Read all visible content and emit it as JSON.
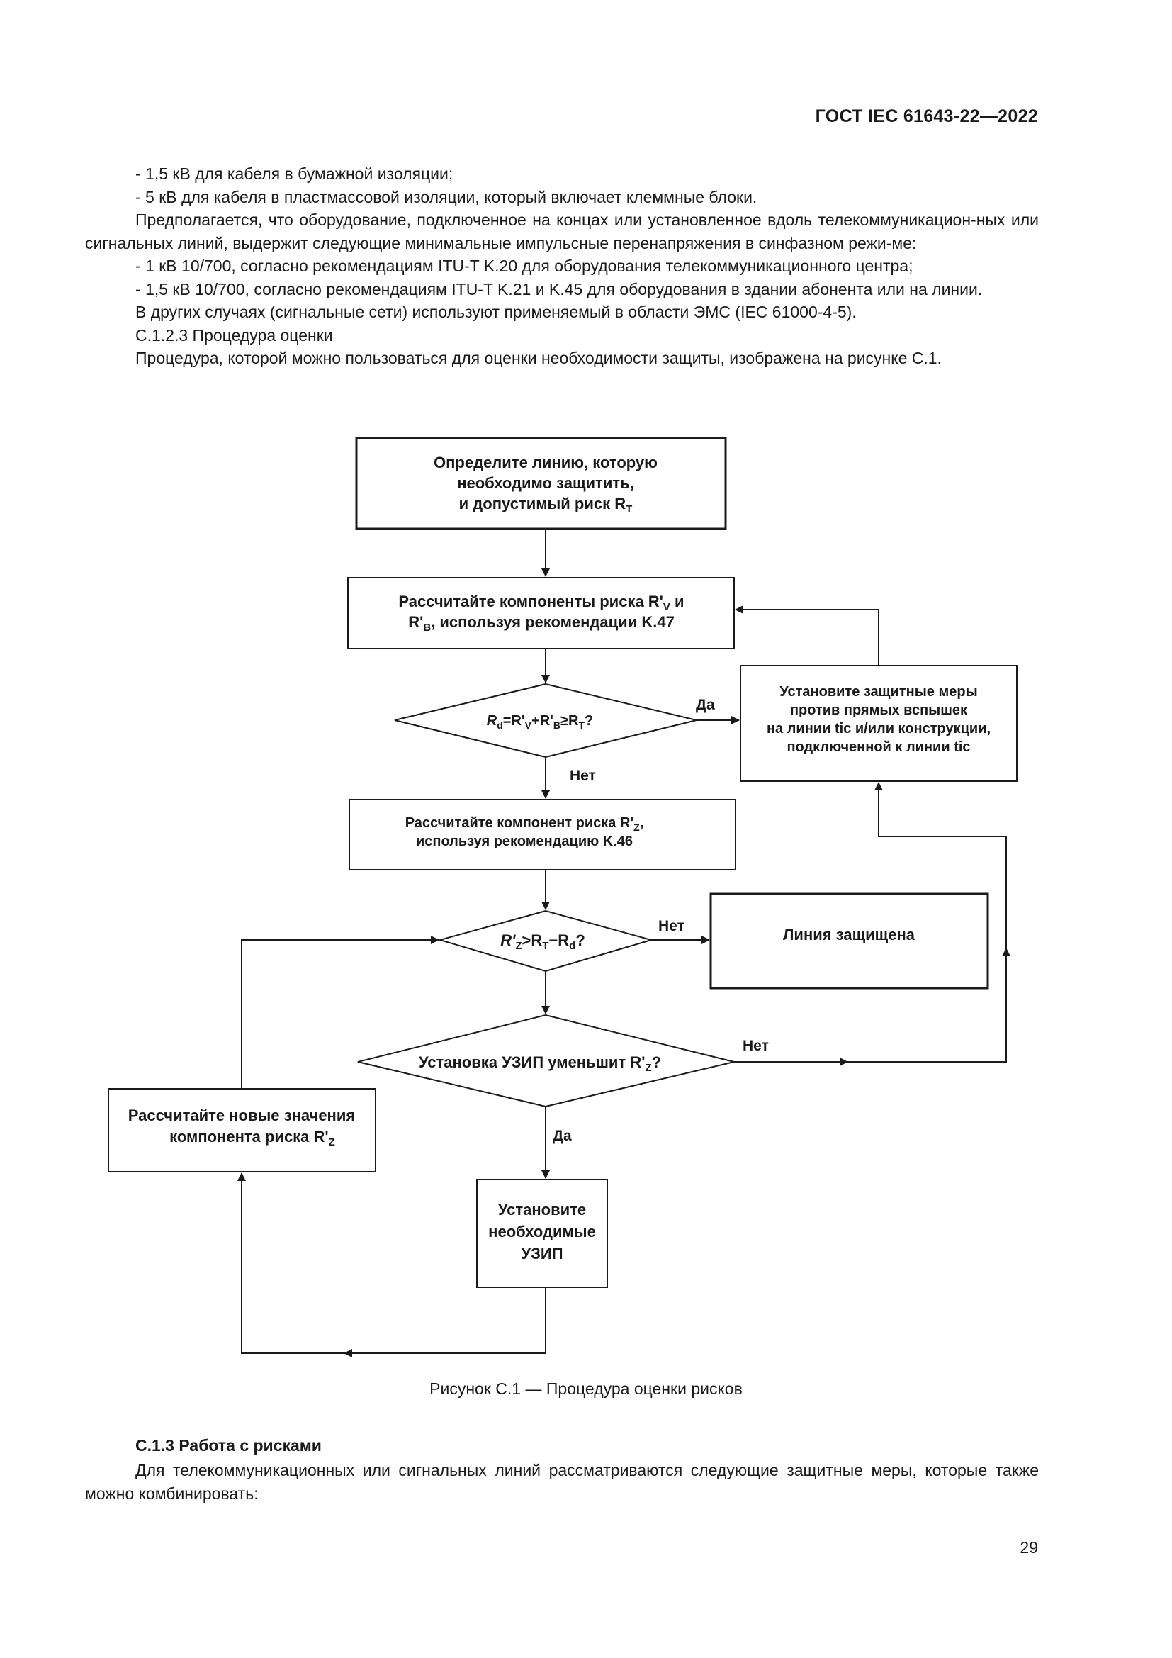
{
  "header": {
    "doc_id": "ГОСТ IEC 61643-22—2022"
  },
  "intro": {
    "lines": [
      "- 1,5 кВ для кабеля в бумажной изоляции;",
      "- 5 кВ для кабеля в пластмассовой изоляции, который включает клеммные блоки.",
      "Предполагается, что оборудование, подключенное на концах или установленное вдоль телекоммуникацион-ных или сигнальных линий, выдержит следующие минимальные импульсные перенапряжения в синфазном режи-ме:",
      "- 1 кВ 10/700, согласно рекомендациям ITU-T K.20 для оборудования телекоммуникационного центра;",
      "- 1,5 кВ 10/700, согласно рекомендациям ITU-T K.21 и K.45 для оборудования в здании абонента или на линии.",
      "В других случаях (сигнальные сети) используют применяемый в области ЭМС (IEC 61000-4-5).",
      "С.1.2.3 Процедура оценки",
      "Процедура, которой можно пользоваться для оценки необходимости защиты, изображена на рисунке С.1."
    ]
  },
  "flowchart": {
    "start_lines": [
      "Определите линию, которую",
      "необходимо защитить,",
      "и допустимый риск R"
    ],
    "start_sub": "T",
    "calc_rv_rb_lines": [
      "Рассчитайте компоненты риска R'",
      " и",
      "R'",
      ", используя рекомендации K.47"
    ],
    "calc_rv_rb_subs": [
      "V",
      "B"
    ],
    "decision_rd": [
      "R",
      "d",
      "=R'",
      "V",
      "+R'",
      "B",
      "≥R",
      "T",
      "?"
    ],
    "yes_1": "Да",
    "no_1": "Нет",
    "protect_lines": [
      "Установите защитные меры",
      "против прямых вспышек",
      "на линии tic и/или конструкции,",
      "подключенной к линии tic"
    ],
    "calc_rz_lines": [
      "Рассчитайте компонент риска R'",
      ",",
      "используя рекомендацию K.46"
    ],
    "calc_rz_sub": "Z",
    "decision_rz": [
      "R'",
      "Z",
      ">R",
      "T",
      "−R",
      "d",
      "?"
    ],
    "no_2": "Нет",
    "line_protected": "Линия защищена",
    "decision_spd": [
      "Установка УЗИП уменьшит R'",
      "Z",
      "?"
    ],
    "no_3": "Нет",
    "yes_3": "Да",
    "recalc_lines": [
      "Рассчитайте новые значения",
      "компонента риска R'"
    ],
    "recalc_sub": "Z",
    "install_lines": [
      "Установите",
      "необходимые",
      "УЗИП"
    ]
  },
  "caption": "Рисунок С.1 — Процедура оценки рисков",
  "section": {
    "title": "С.1.3 Работа с рисками",
    "paragraph": "Для телекоммуникационных или сигнальных линий рассматриваются следующие защитные меры, которые также можно комбинировать:"
  },
  "page_number": "29"
}
